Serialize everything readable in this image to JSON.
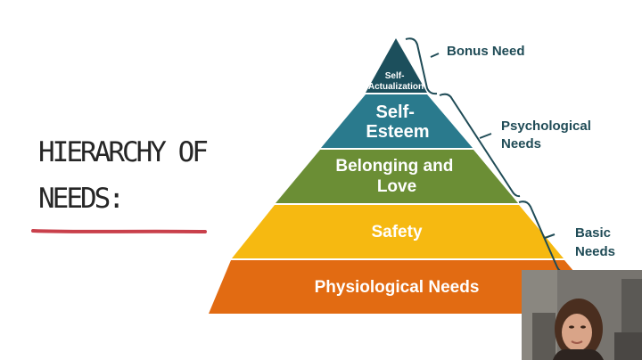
{
  "title": {
    "line1": "HIERARCHY OF",
    "line2": "NEEDS:"
  },
  "pyramid": {
    "levels": [
      {
        "key": "self-actualization",
        "lines": [
          "Self-",
          "Actualization"
        ],
        "color": "#1c4f5c"
      },
      {
        "key": "self-esteem",
        "lines": [
          "Self-",
          "Esteem"
        ],
        "color": "#2a7a8d"
      },
      {
        "key": "belonging-and-love",
        "lines": [
          "Belonging and",
          "Love"
        ],
        "color": "#6b8e35"
      },
      {
        "key": "safety",
        "lines": [
          "Safety"
        ],
        "color": "#f6b911"
      },
      {
        "key": "physiological-needs",
        "lines": [
          "Physiological Needs"
        ],
        "color": "#e26b12"
      }
    ]
  },
  "groups": [
    {
      "key": "bonus-need",
      "lines": [
        "Bonus Need"
      ]
    },
    {
      "key": "psychological-needs",
      "lines": [
        "Psychological",
        "Needs"
      ]
    },
    {
      "key": "basic-needs",
      "lines": [
        "Basic",
        "Needs"
      ]
    }
  ],
  "colors": {
    "title": "#262626",
    "underline": "#c9404b",
    "label": "#1f4b56"
  }
}
